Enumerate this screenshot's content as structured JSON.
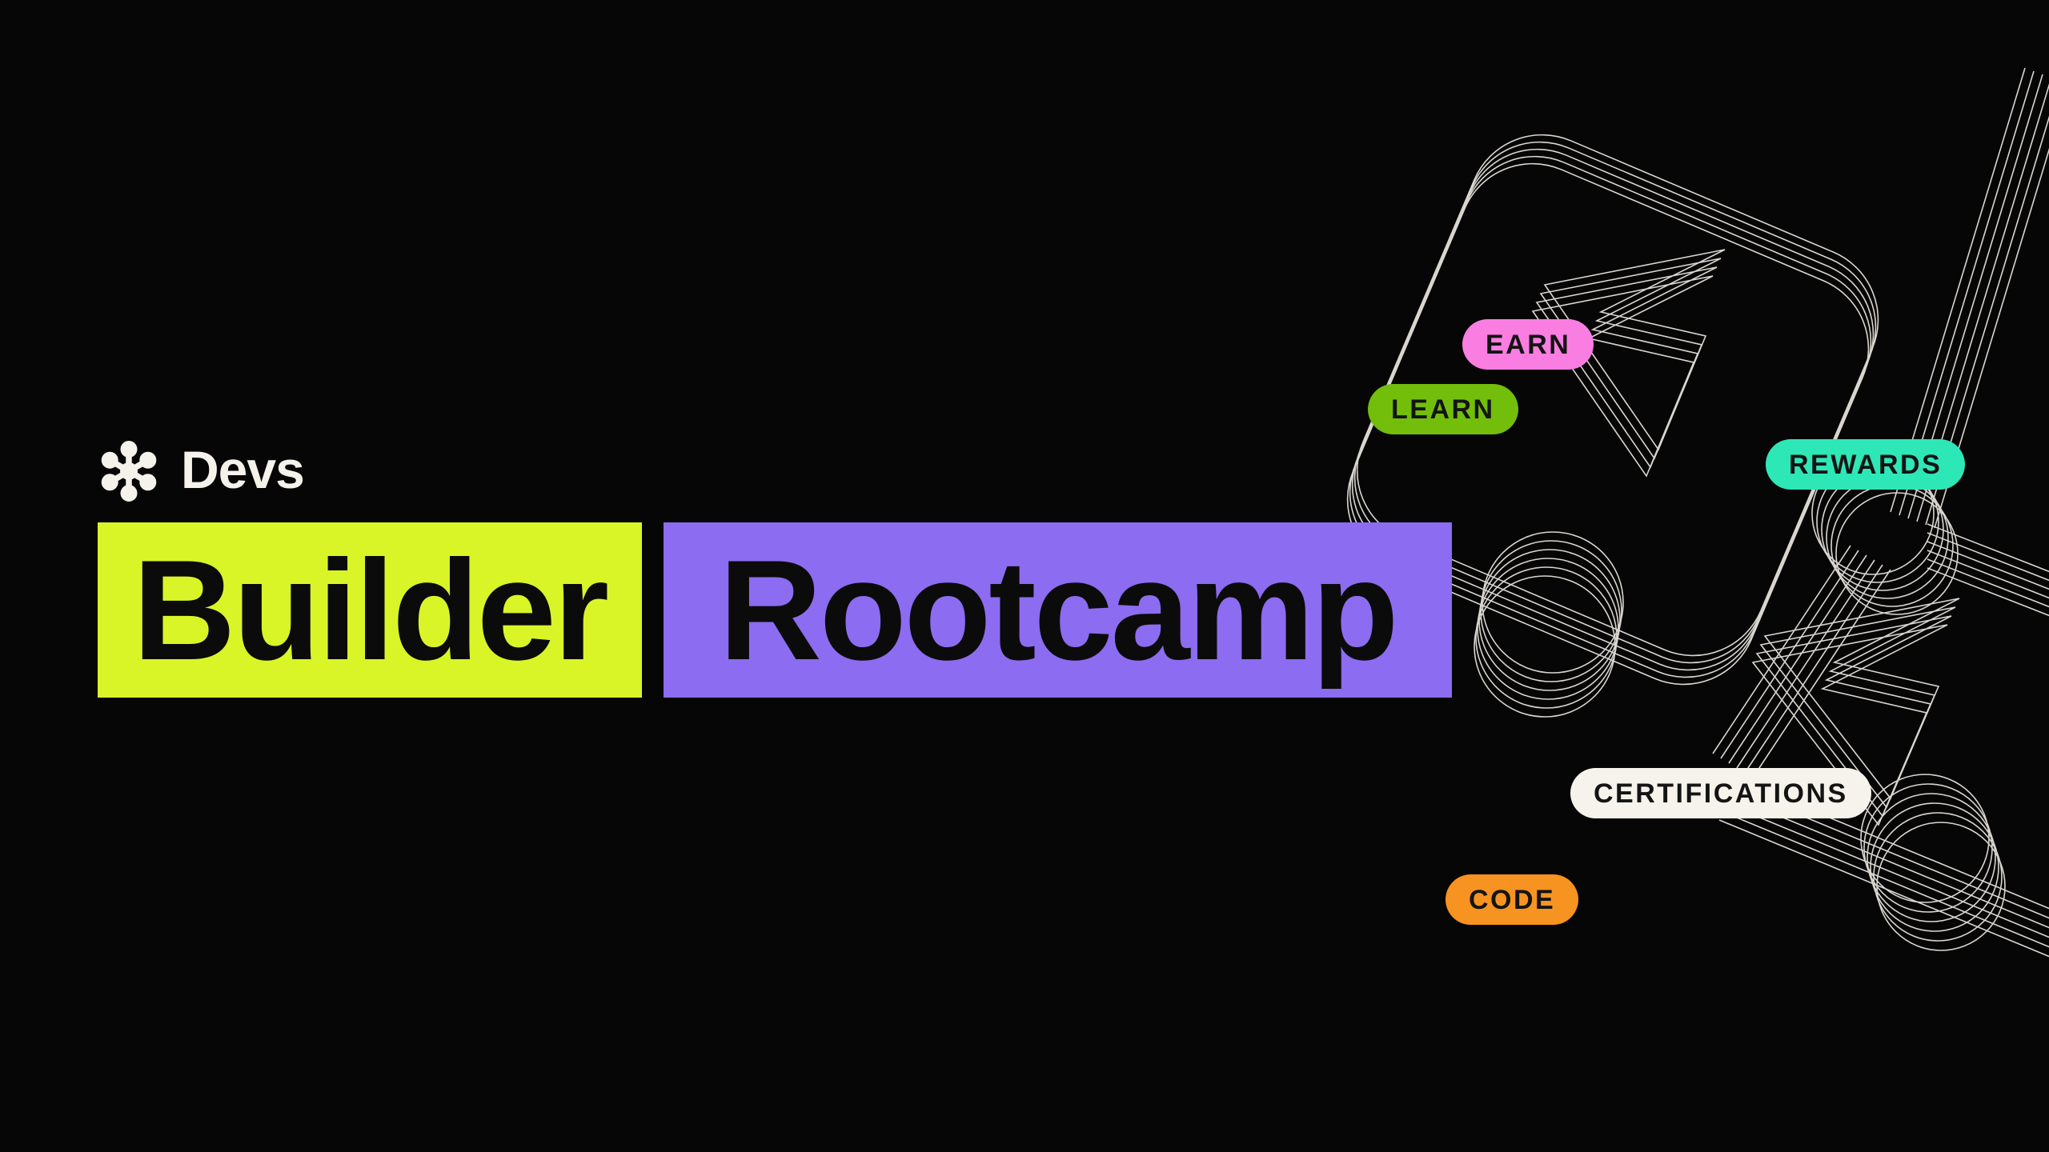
{
  "page": {
    "bg": "#070606"
  },
  "brand": {
    "label": "Devs",
    "color": "#f5f2ec",
    "logo_icon": "rootstock-nodes-icon"
  },
  "headline": {
    "builder": {
      "text": "Builder",
      "bg": "#d9f527",
      "fg": "#0b0b0b"
    },
    "rootcamp": {
      "text": "Rootcamp",
      "bg": "#8c6cf0",
      "fg": "#0b0b0b"
    }
  },
  "tags": {
    "earn": {
      "label": "EARN",
      "bg": "#fa7ee1",
      "fg": "#141414"
    },
    "learn": {
      "label": "LEARN",
      "bg": "#72be0b",
      "fg": "#141414"
    },
    "rewards": {
      "label": "REWARDS",
      "bg": "#2ee7b7",
      "fg": "#141414"
    },
    "certifications": {
      "label": "CERTIFICATIONS",
      "bg": "#f6f3ec",
      "fg": "#141414"
    },
    "code": {
      "label": "CODE",
      "bg": "#f79320",
      "fg": "#141414"
    }
  },
  "artwork": {
    "name": "wireframe-puzzle-pieces",
    "description": "two tilted wireframe puzzle pieces with cursor-arrow cutouts and stacked extrusion lines",
    "stroke": "#d9d6cf"
  }
}
